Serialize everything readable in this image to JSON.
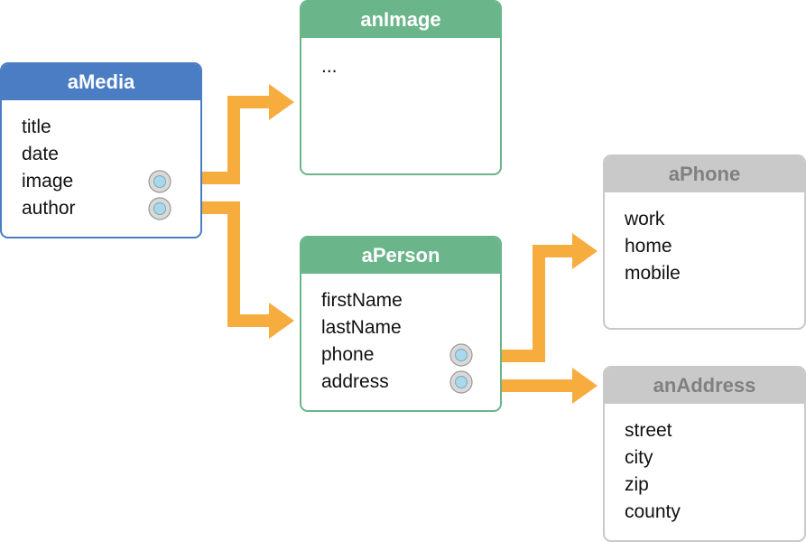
{
  "colors": {
    "media_header": "#4a7dc4",
    "entity_header": "#6ab58a",
    "inactive_header": "#c9c9c9",
    "arrow": "#f7ac3e"
  },
  "entities": {
    "amedia": {
      "title": "aMedia",
      "fields": [
        "title",
        "date",
        "image",
        "author"
      ]
    },
    "animage": {
      "title": "anImage",
      "fields": [
        "..."
      ]
    },
    "aperson": {
      "title": "aPerson",
      "fields": [
        "firstName",
        "lastName",
        "phone",
        "address"
      ]
    },
    "aphone": {
      "title": "aPhone",
      "fields": [
        "work",
        "home",
        "mobile"
      ]
    },
    "anaddress": {
      "title": "anAddress",
      "fields": [
        "street",
        "city",
        "zip",
        "county"
      ]
    }
  },
  "relationships": [
    {
      "from": "aMedia.image",
      "to": "anImage"
    },
    {
      "from": "aMedia.author",
      "to": "aPerson"
    },
    {
      "from": "aPerson.phone",
      "to": "aPhone"
    },
    {
      "from": "aPerson.address",
      "to": "anAddress"
    }
  ]
}
